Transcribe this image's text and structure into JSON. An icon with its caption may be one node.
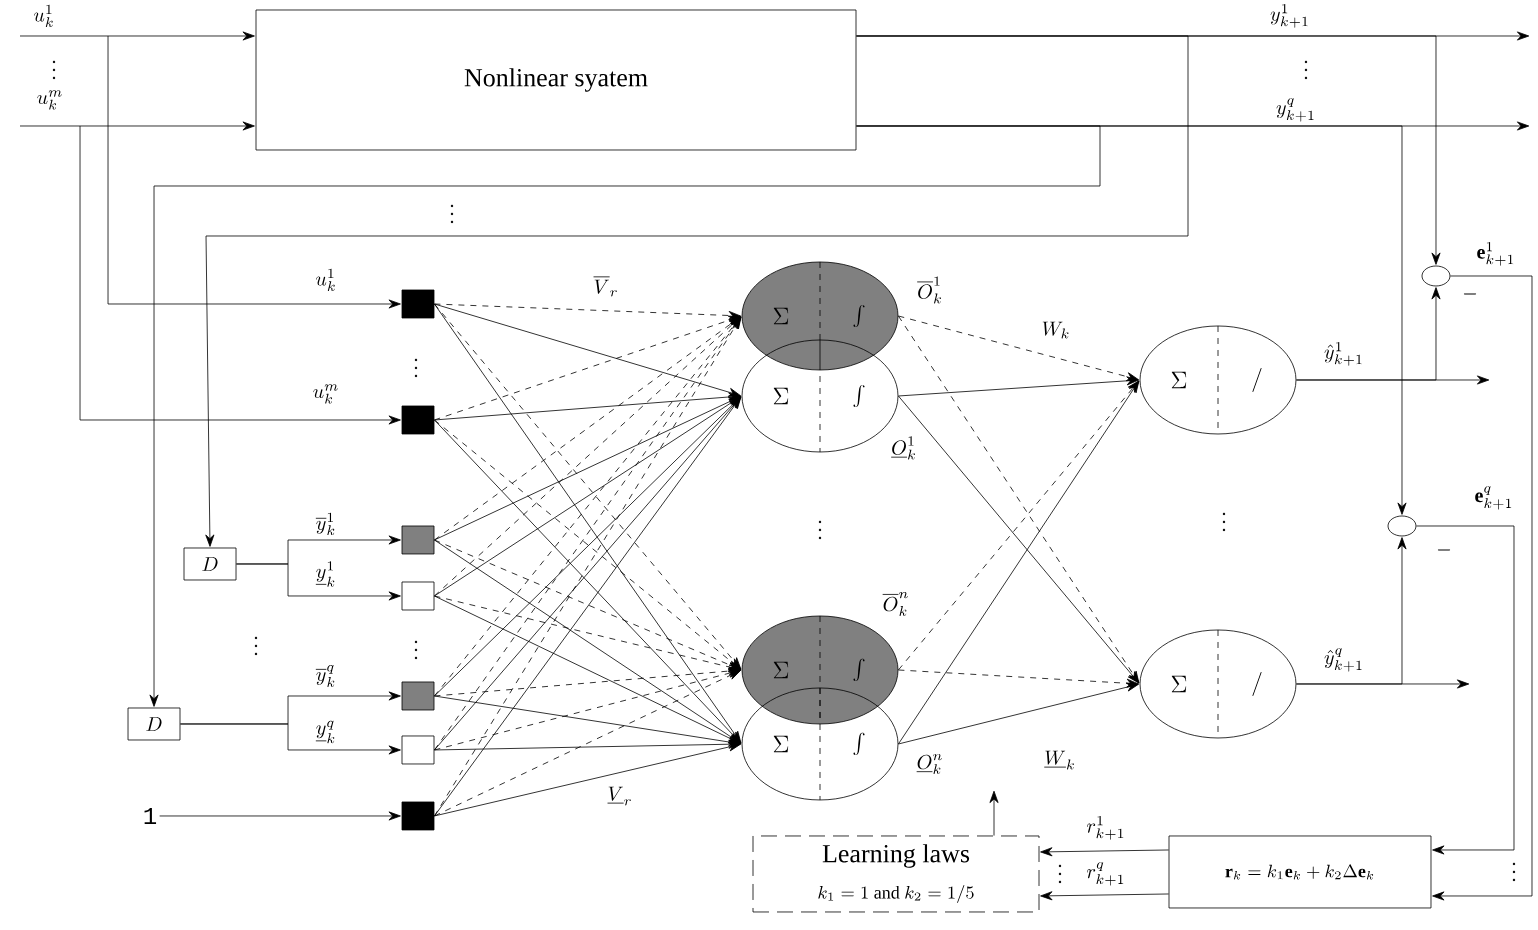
{
  "diagram": {
    "nodes": [
      {
        "text": [
          "Nonlinear syatem"
        ]
      },
      {
        "text": [],
        "shape": "box"
      },
      {
        "text": [],
        "shape": "box"
      },
      {
        "text": [],
        "shape": "box"
      },
      {
        "text": [],
        "shape": "box"
      },
      {
        "text": [],
        "shape": "box"
      },
      {
        "text": [],
        "shape": "box"
      },
      {
        "text": [],
        "shape": "box"
      },
      {
        "text": [
          "D"
        ]
      },
      {
        "text": [
          "D"
        ]
      },
      {
        "text": [
          "\\Sigma",
          "\\int"
        ]
      },
      {
        "text": [
          "\\Sigma",
          "\\int"
        ]
      },
      {
        "text": [
          "\\Sigma",
          "\\int"
        ]
      },
      {
        "text": [
          "\\Sigma",
          "\\int"
        ]
      },
      {
        "text": [
          "\\Sigma",
          "/"
        ]
      },
      {
        "text": [
          "\\Sigma",
          "/"
        ]
      },
      {
        "text": [],
        "shape": "circle"
      },
      {
        "text": [],
        "shape": "circle"
      },
      {
        "text": [
          "Learning laws",
          "k_1 = 1 \\mbox{ and } k_2 = 1/5"
        ]
      },
      {
        "text": [
          "\\mathbf{r}_k = k_1\\mathbf{e}_k + k_2\\Delta\\mathbf{e}_k"
        ]
      },
      {
        "text": [
          "1"
        ]
      }
    ],
    "edges": [
      {
        "from": null,
        "to": 0,
        "arrow": "to"
      },
      {
        "from": null,
        "to": 1,
        "arrow": "to"
      },
      {
        "from": null,
        "to": 0,
        "arrow": "to"
      },
      {
        "from": null,
        "to": 2,
        "arrow": "to"
      },
      {
        "from": 0,
        "to": null,
        "arrow": "to"
      },
      {
        "from": 0,
        "to": null,
        "arrow": "to"
      },
      {
        "from": 0,
        "to": 8,
        "arrow": "to"
      },
      {
        "from": 0,
        "to": 9,
        "arrow": "to"
      },
      {
        "from": 0,
        "to": 16,
        "arrow": "to"
      },
      {
        "from": 0,
        "to": 17,
        "arrow": "to"
      },
      {
        "from": 8,
        "to": 3,
        "arrow": "to"
      },
      {
        "from": 8,
        "to": 4,
        "arrow": "to"
      },
      {
        "from": 9,
        "to": 5,
        "arrow": "to"
      },
      {
        "from": 9,
        "to": 6,
        "arrow": "to"
      },
      {
        "from": 20,
        "to": 7,
        "arrow": "to"
      },
      {
        "from": 1,
        "to": 10,
        "arrow": "to",
        "style": "dashed"
      },
      {
        "from": 1,
        "to": 11,
        "arrow": "to"
      },
      {
        "from": 1,
        "to": 12,
        "arrow": "to",
        "style": "dashed"
      },
      {
        "from": 1,
        "to": 13,
        "arrow": "to"
      },
      {
        "from": 2,
        "to": 10,
        "arrow": "to",
        "style": "dashed"
      },
      {
        "from": 2,
        "to": 11,
        "arrow": "to"
      },
      {
        "from": 2,
        "to": 12,
        "arrow": "to",
        "style": "dashed"
      },
      {
        "from": 2,
        "to": 13,
        "arrow": "to"
      },
      {
        "from": 3,
        "to": 10,
        "arrow": "to",
        "style": "dashed"
      },
      {
        "from": 3,
        "to": 11,
        "arrow": "to"
      },
      {
        "from": 3,
        "to": 12,
        "arrow": "to",
        "style": "dashed"
      },
      {
        "from": 3,
        "to": 13,
        "arrow": "to"
      },
      {
        "from": 4,
        "to": 10,
        "arrow": "to",
        "style": "dashed"
      },
      {
        "from": 4,
        "to": 11,
        "arrow": "to"
      },
      {
        "from": 4,
        "to": 12,
        "arrow": "to",
        "style": "dashed"
      },
      {
        "from": 4,
        "to": 13,
        "arrow": "to"
      },
      {
        "from": 5,
        "to": 10,
        "arrow": "to",
        "style": "dashed"
      },
      {
        "from": 5,
        "to": 11,
        "arrow": "to"
      },
      {
        "from": 5,
        "to": 12,
        "arrow": "to",
        "style": "dashed"
      },
      {
        "from": 5,
        "to": 13,
        "arrow": "to"
      },
      {
        "from": 6,
        "to": 10,
        "arrow": "to",
        "style": "dashed"
      },
      {
        "from": 6,
        "to": 11,
        "arrow": "to"
      },
      {
        "from": 6,
        "to": 12,
        "arrow": "to",
        "style": "dashed"
      },
      {
        "from": 6,
        "to": 13,
        "arrow": "to"
      },
      {
        "from": 7,
        "to": 10,
        "arrow": "to",
        "style": "dashed"
      },
      {
        "from": 7,
        "to": 11,
        "arrow": "to"
      },
      {
        "from": 7,
        "to": 12,
        "arrow": "to",
        "style": "dashed"
      },
      {
        "from": 7,
        "to": 13,
        "arrow": "to"
      },
      {
        "from": 10,
        "to": 14,
        "arrow": "to",
        "style": "dashed"
      },
      {
        "from": 10,
        "to": 15,
        "arrow": "to",
        "style": "dashed"
      },
      {
        "from": 11,
        "to": 14,
        "arrow": "to"
      },
      {
        "from": 11,
        "to": 15,
        "arrow": "to"
      },
      {
        "from": 12,
        "to": 14,
        "arrow": "to",
        "style": "dashed"
      },
      {
        "from": 12,
        "to": 15,
        "arrow": "to",
        "style": "dashed"
      },
      {
        "from": 13,
        "to": 14,
        "arrow": "to"
      },
      {
        "from": 13,
        "to": 15,
        "arrow": "to"
      },
      {
        "from": 14,
        "to": null,
        "arrow": "to"
      },
      {
        "from": 14,
        "to": 16,
        "arrow": "to"
      },
      {
        "from": 15,
        "to": null,
        "arrow": "to"
      },
      {
        "from": 15,
        "to": 17,
        "arrow": "to"
      },
      {
        "from": 16,
        "to": 19,
        "arrow": "to"
      },
      {
        "from": 17,
        "to": 19,
        "arrow": "to"
      },
      {
        "from": 19,
        "to": 18,
        "arrow": "to",
        "label": "r_{k+1}^1"
      },
      {
        "from": 19,
        "to": 18,
        "arrow": "to",
        "label": "r_{k+1}^q"
      },
      {
        "from": 18,
        "to": null,
        "arrow": "to"
      }
    ],
    "labels": [
      "u_k^1",
      "\\vdots",
      "u_k^m",
      "y_{k+1}^1",
      "\\vdots",
      "y_{k+1}^q",
      "\\vdots",
      "u_k^1",
      "\\overline{V}_r",
      "\\overline{O}_k^1",
      "W_k",
      "\\mathbf{e}_{k+1}^1",
      "-",
      "\\vdots",
      "u_k^m",
      "\\hat{y}_{k+1}^1",
      "\\underline{O}_k^1",
      "\\overline{y}_k^1",
      "\\underline{y}_k^1",
      "\\vdots",
      "\\vdots",
      "\\vdots",
      "\\vdots",
      "\\mathbf{e}_{k+1}^q",
      "-",
      "\\overline{O}_k^n",
      "\\hat{y}_{k+1}^q",
      "\\overline{y}_k^q",
      "\\underline{y}_k^q",
      "\\underline{O}_k^n",
      "\\underline{W}_k",
      "\\underline{V}_r",
      "\\vdots",
      "\\vdots"
    ]
  }
}
